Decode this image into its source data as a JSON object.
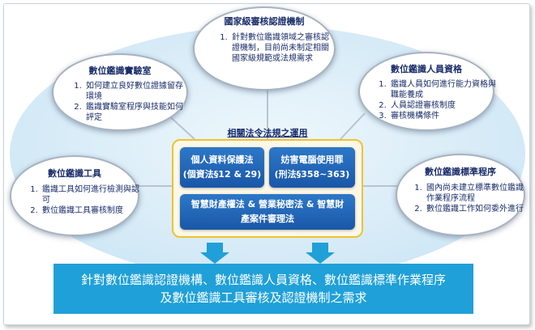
{
  "nodes": {
    "top": {
      "title": "國家級審核認證機制",
      "items": [
        "針對數位鑑識領域之審核認證機制，目前尚未制定相關國家級規範或法規需求"
      ]
    },
    "upper_left": {
      "title": "數位鑑識實驗室",
      "items": [
        "如何建立良好數位證據留存環境",
        "鑑識實驗室程序與技能如何評定"
      ]
    },
    "upper_right": {
      "title": "數位鑑識人員資格",
      "items": [
        "鑑識人員如何進行能力資格與職能養成",
        "人員認證審核制度",
        "審核機構條件"
      ]
    },
    "lower_left": {
      "title": "數位鑑識工具",
      "items": [
        "鑑識工具如何進行檢測與認可",
        "數位鑑識工具審核制度"
      ]
    },
    "lower_right": {
      "title": "數位鑑識標準程序",
      "items": [
        "國內尚未建立標準數位鑑識作業程序流程",
        "數位鑑識工作如何委外進行"
      ]
    }
  },
  "center": {
    "title": "相關法令法規之運用",
    "laws": [
      {
        "line1": "個人資料保護法",
        "line2": "(個資法§12 & 29)"
      },
      {
        "line1": "妨害電腦使用罪",
        "line2": "(刑法§358~363)"
      },
      {
        "line1": "智慧財產權法 & 營業秘密法 & 智慧財",
        "line2": "產案件審理法"
      }
    ]
  },
  "bottom": {
    "line1": "針對數位鑑識認證機構、數位鑑識人員資格、數位鑑識標準作業程序",
    "line2": "及數位鑑識工具審核及認證機制之需求"
  },
  "colors": {
    "sky": "#d7ecf8",
    "oval_border": "#a8b3bf",
    "text_navy": "#1a2d6a",
    "law_blue": "#1f63b5",
    "panel_border": "#f0c230",
    "bottom_bar": "#1fa0d8"
  }
}
